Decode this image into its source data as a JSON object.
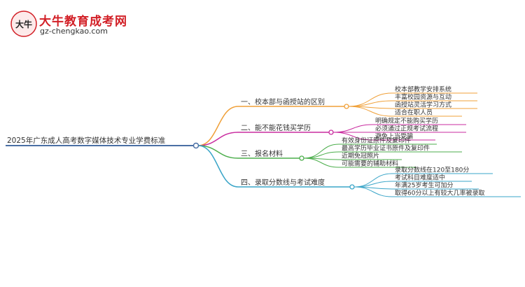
{
  "brand": {
    "name": "大牛教育成考网",
    "url": "gz-chengkao.com",
    "logo_glyph": "大牛"
  },
  "root": {
    "label": "2025年广东成人高考数字媒体技术专业学费标准"
  },
  "branches": [
    {
      "label": "一、校本部与函授站的区别",
      "color": "#f0a038",
      "children": [
        "校本部教学安排系统",
        "丰富校园资源与互动",
        "函授站灵活学习方式",
        "适合在职人员"
      ]
    },
    {
      "label": "二、能不能花钱买学历",
      "color": "#c92b9f",
      "children": [
        "明确规定不能购买学历",
        "必须通过正规考试流程",
        "避免上当受骗"
      ]
    },
    {
      "label": "三、报名材料",
      "color": "#4cae4c",
      "children": [
        "有效身份证原件及复印件",
        "最高学历毕业证书原件及复印件",
        "近期免冠照片",
        "可能需要的辅助材料"
      ]
    },
    {
      "label": "四、录取分数线与考试难度",
      "color": "#3aa5c8",
      "children": [
        "录取分数线在120至180分",
        "考试科目难度适中",
        "年满25岁考生可加分",
        "取得60分以上有较大几率被录取"
      ]
    }
  ]
}
